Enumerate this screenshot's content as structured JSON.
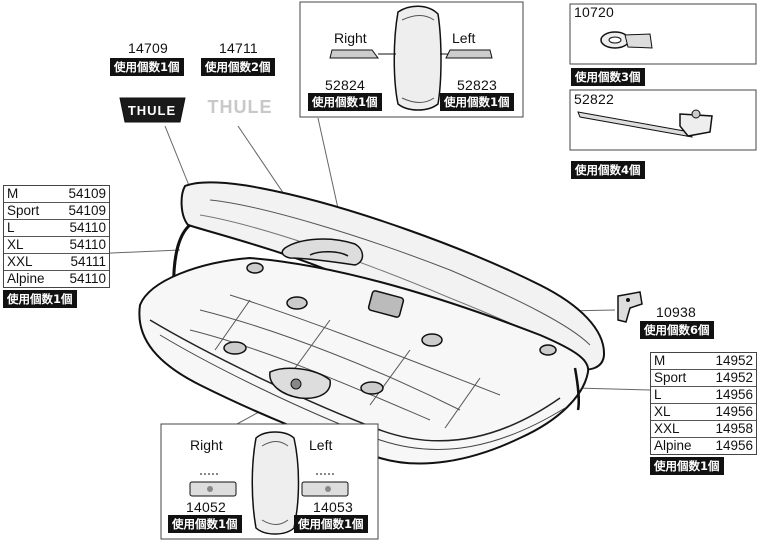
{
  "qty": {
    "x1": "使用個数1個",
    "x2": "使用個数2個",
    "x3": "使用個数3個",
    "x4": "使用個数4個",
    "x6": "使用個数6個"
  },
  "logos": {
    "left": {
      "part": "14709",
      "text": "THULE"
    },
    "right": {
      "part": "14711",
      "text": "THULE"
    }
  },
  "top_handle": {
    "right_label": "Right",
    "left_label": "Left",
    "right_part": "52824",
    "left_part": "52823"
  },
  "strap": {
    "part": "10720"
  },
  "rail": {
    "part": "52822"
  },
  "clip": {
    "part": "10938"
  },
  "left_table": [
    {
      "size": "M",
      "part": "54109"
    },
    {
      "size": "Sport",
      "part": "54109"
    },
    {
      "size": "L",
      "part": "54110"
    },
    {
      "size": "XL",
      "part": "54110"
    },
    {
      "size": "XXL",
      "part": "54111"
    },
    {
      "size": "Alpine",
      "part": "54110"
    }
  ],
  "right_table": [
    {
      "size": "M",
      "part": "14952"
    },
    {
      "size": "Sport",
      "part": "14952"
    },
    {
      "size": "L",
      "part": "14956"
    },
    {
      "size": "XL",
      "part": "14956"
    },
    {
      "size": "XXL",
      "part": "14958"
    },
    {
      "size": "Alpine",
      "part": "14956"
    }
  ],
  "bottom_lock": {
    "right_label": "Right",
    "left_label": "Left",
    "right_part": "14052",
    "left_part": "14053"
  }
}
